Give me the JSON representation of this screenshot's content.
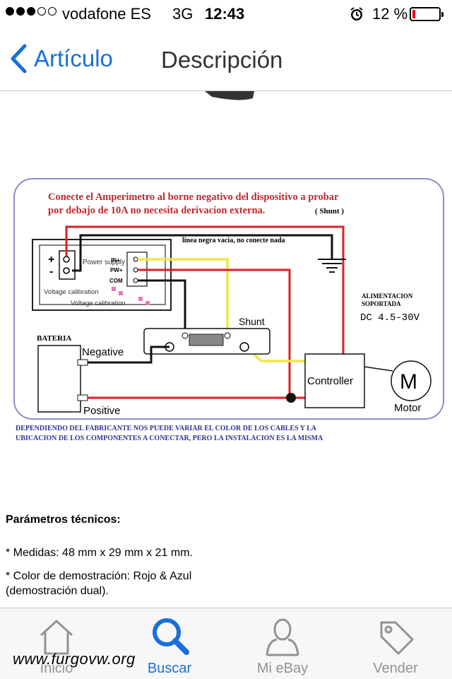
{
  "status_bar": {
    "carrier": "vodafone ES",
    "network": "3G",
    "time": "12:43",
    "battery_percent": "12 %",
    "battery_level": 0.12,
    "signal_bars_filled": 3,
    "signal_bars_total": 5
  },
  "nav": {
    "back_label": "Artículo",
    "title": "Descripción"
  },
  "diagram": {
    "header_line1": "Conecte el Amperimetro al borne negativo del dispositivo a probar",
    "header_line2": "por debajo de 10A no necesita derivacion externa.",
    "shunt_note": "( Shunt )",
    "black_wire_note": "linea negra vacia, no conecte nada",
    "power_supply": "Power supply",
    "in_plus": "IN+",
    "pw_plus": "PW+",
    "com": "COM",
    "voltage_calibration_1": "Voltage calibration",
    "voltage_calibration_2": "Voltage calibration",
    "plus_sign": "+",
    "minus_sign": "-",
    "alimentacion_1": "ALIMENTACION",
    "alimentacion_2": "SOPORTADA",
    "dc_range": "DC 4.5-30V",
    "shunt": "Shunt",
    "bateria": "BATERIA",
    "negative": "Negative",
    "positive": "Positive",
    "controller": "Controller",
    "motor_letter": "M",
    "motor": "Motor",
    "footer_line1": "DEPENDIENDO DEL FABRICANTE NOS PUEDE VARIAR EL COLOR DE LOS CABLES Y LA",
    "footer_line2": "UBICACION DE LOS COMPONENTES A CONECTAR, PERO LA INSTALACION ES LA MISMA",
    "colors": {
      "red_text": "#c0282d",
      "blue_text": "#2c3590",
      "red_wire": "#e01e25",
      "yellow_wire": "#f2e64a",
      "black_wire": "#111111"
    }
  },
  "params": {
    "title": "Parámetros técnicos:",
    "line1": "* Medidas: 48 mm x 29 mm x 21 mm.",
    "line2": "* Color de demostración: Rojo & Azul",
    "line3": "(demostración dual)."
  },
  "tabs": [
    {
      "label": "Inicio",
      "icon": "home-icon",
      "active": false
    },
    {
      "label": "Buscar",
      "icon": "search-icon",
      "active": true
    },
    {
      "label": "Mi eBay",
      "icon": "person-icon",
      "active": false
    },
    {
      "label": "Vender",
      "icon": "tag-icon",
      "active": false
    }
  ],
  "watermark": "www.furgovw.org",
  "accent_color": "#1a6fd8"
}
